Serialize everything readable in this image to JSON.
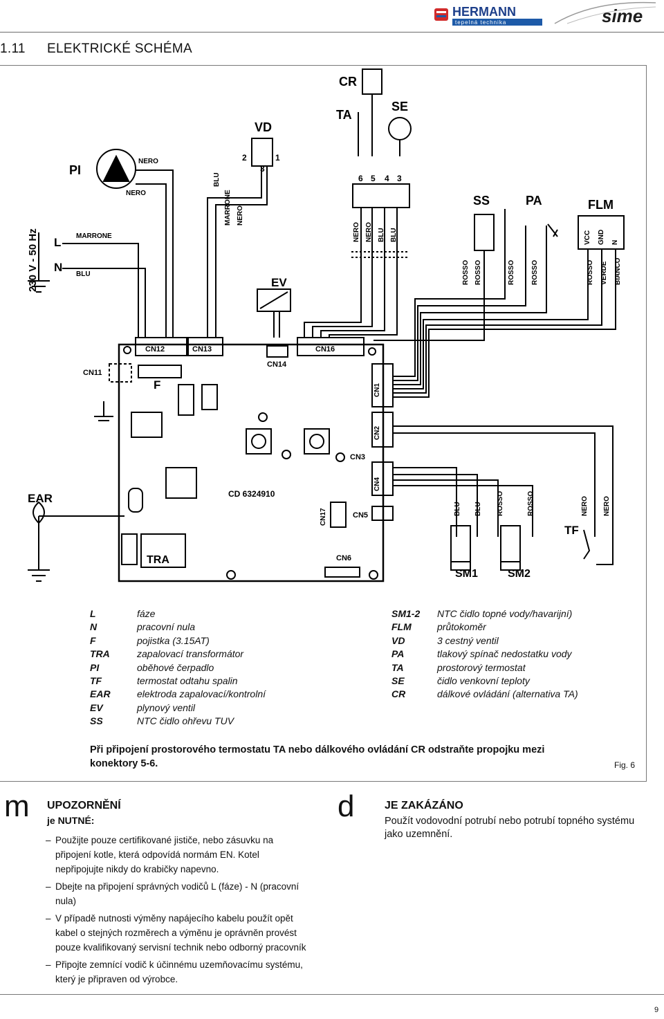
{
  "header": {
    "brand_hermann": "HERMANN",
    "brand_hermann_tagline": "tepelná technika",
    "brand_sime": "sime"
  },
  "section": {
    "number": "1.11",
    "title": "ELEKTRICKÉ SCHÉMA"
  },
  "diagram": {
    "labels": {
      "cr": "CR",
      "ta": "TA",
      "se": "SE",
      "vd": "VD",
      "pi": "PI",
      "ss": "SS",
      "pa": "PA",
      "flm": "FLM",
      "supply": "230 V - 50 Hz",
      "l": "L",
      "n": "N",
      "ev": "EV",
      "f": "F",
      "ear": "EAR",
      "tra": "TRA",
      "tf": "TF",
      "sm1": "SM1",
      "sm2": "SM2",
      "board_code": "CD 6324910",
      "cn1": "CN1",
      "cn2": "CN2",
      "cn3": "CN3",
      "cn4": "CN4",
      "cn5": "CN5",
      "cn6": "CN6",
      "cn7": "CN17",
      "cn11": "CN11",
      "cn12a": "CN12",
      "cn12b": "CN13",
      "cn14": "CN14",
      "cn16": "CN16",
      "term_6": "6",
      "term_5": "5",
      "term_4": "4",
      "term_3": "3",
      "vd_2": "2",
      "vd_3": "3",
      "vd_1": "1",
      "flm_vcc": "VCC",
      "flm_gnd": "GND",
      "flm_n": "N"
    },
    "wires": {
      "nero": "NERO",
      "blu": "BLU",
      "marrone": "MARRONE",
      "rosso": "ROSSO",
      "verde": "VERDE",
      "bianco": "BIANCO"
    }
  },
  "legend_left": [
    {
      "code": "L",
      "desc": "fáze"
    },
    {
      "code": "N",
      "desc": "pracovní nula"
    },
    {
      "code": "F",
      "desc": "pojistka (3.15AT)"
    },
    {
      "code": "TRA",
      "desc": "zapalovací transformátor"
    },
    {
      "code": "PI",
      "desc": "oběhové čerpadlo"
    },
    {
      "code": "TF",
      "desc": "termostat odtahu spalin"
    },
    {
      "code": "EAR",
      "desc": "elektroda zapalovací/kontrolní"
    },
    {
      "code": "EV",
      "desc": "plynový ventil"
    },
    {
      "code": "SS",
      "desc": "NTC čidlo ohřevu TUV"
    }
  ],
  "legend_right": [
    {
      "code": "SM1-2",
      "desc": "NTC čidlo topné vody/havarijní)"
    },
    {
      "code": "FLM",
      "desc": "průtokoměr"
    },
    {
      "code": "VD",
      "desc": "3 cestný ventil"
    },
    {
      "code": "PA",
      "desc": "tlakový spínač nedostatku vody"
    },
    {
      "code": "TA",
      "desc": "prostorový termostat"
    },
    {
      "code": "SE",
      "desc": "čidlo venkovní teploty"
    },
    {
      "code": "CR",
      "desc": "dálkové ovládání (alternativa TA)"
    }
  ],
  "note": "Při připojení prostorového termostatu TA nebo dálkového ovládání CR odstraňte propojku mezi konektory 5-6.",
  "fig_label": "Fig. 6",
  "warning": {
    "symbol": "m",
    "title": "UPOZORNĚNÍ",
    "subtitle": "je NUTNÉ:",
    "items": [
      "Použijte pouze certifikované jističe, nebo zásuvku na připojení kotle, která odpovídá normám EN. Kotel nepřipojujte nikdy do krabičky napevno.",
      "Dbejte na připojení správných vodičů L (fáze) - N (pracovní nula)",
      "V případě nutnosti výměny napájecího kabelu použít opět kabel o stejných rozměrech a výměnu je oprávněn provést pouze kvalifikovaný servisní technik nebo odborný pracovník",
      "Připojte zemnící vodič k účinnému uzemňovacímu systému, který je připraven od výrobce."
    ]
  },
  "danger": {
    "symbol": "d",
    "title": "JE ZAKÁZÁNO",
    "text": "Použít vodovodní potrubí nebo potrubí topného systému jako uzemnění."
  },
  "page_number": "9"
}
